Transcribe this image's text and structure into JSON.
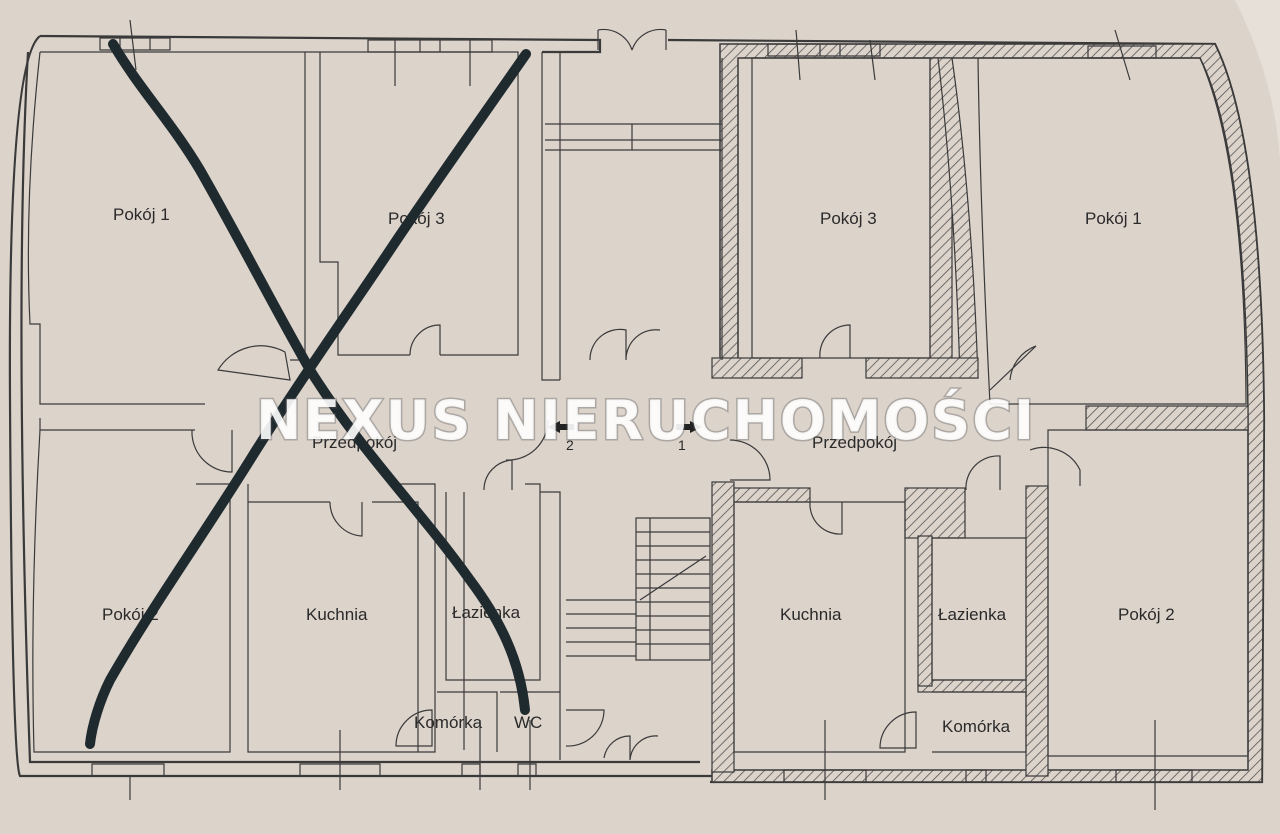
{
  "watermark": {
    "text": "NEXUS NIERUCHOMOŚCI"
  },
  "left_flat": {
    "rooms": {
      "pokoj1": "Pokój 1",
      "pokoj3": "Pokój 3",
      "pokoj2": "Pokój 2",
      "kuchnia": "Kuchnia",
      "lazienka": "Łazienka",
      "komorka": "Komórka",
      "wc": "WC",
      "przedpokoj": "Przedpokój"
    }
  },
  "right_flat": {
    "rooms": {
      "pokoj3": "Pokój 3",
      "pokoj1": "Pokój 1",
      "pokoj2": "Pokój 2",
      "kuchnia": "Kuchnia",
      "lazienka": "Łazienka",
      "komorka": "Komórka",
      "przedpokoj": "Przedpokój"
    }
  },
  "staircase": {
    "unit_left": "2",
    "unit_right": "1"
  },
  "colors": {
    "paper": "#dcd3cb",
    "ink": "#3a3a3a",
    "cross": "#1f2a2f",
    "watermark": "#ffffff"
  }
}
